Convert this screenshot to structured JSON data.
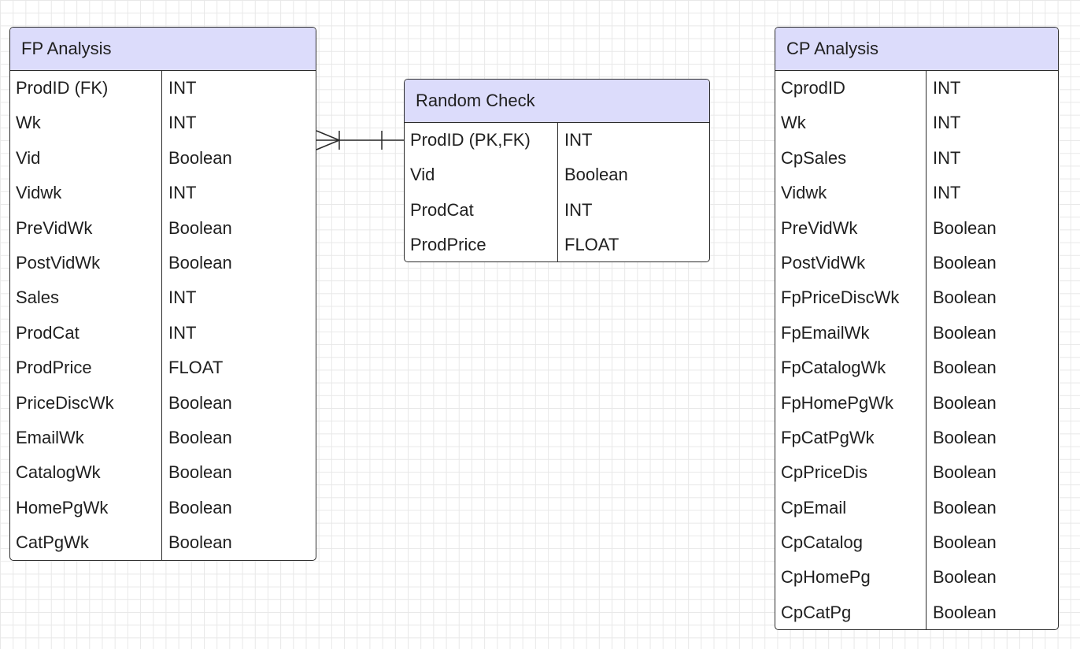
{
  "entities": {
    "fp_analysis": {
      "title": "FP Analysis",
      "fields": [
        {
          "name": "ProdID (FK)",
          "type": "INT"
        },
        {
          "name": "Wk",
          "type": "INT"
        },
        {
          "name": "Vid",
          "type": "Boolean"
        },
        {
          "name": "Vidwk",
          "type": "INT"
        },
        {
          "name": "PreVidWk",
          "type": "Boolean"
        },
        {
          "name": "PostVidWk",
          "type": "Boolean"
        },
        {
          "name": "Sales",
          "type": "INT"
        },
        {
          "name": "ProdCat",
          "type": "INT"
        },
        {
          "name": "ProdPrice",
          "type": "FLOAT"
        },
        {
          "name": "PriceDiscWk",
          "type": "Boolean"
        },
        {
          "name": "EmailWk",
          "type": "Boolean"
        },
        {
          "name": "CatalogWk",
          "type": "Boolean"
        },
        {
          "name": "HomePgWk",
          "type": "Boolean"
        },
        {
          "name": "CatPgWk",
          "type": "Boolean"
        }
      ]
    },
    "random_check": {
      "title": "Random Check",
      "fields": [
        {
          "name": "ProdID (PK,FK)",
          "type": "INT"
        },
        {
          "name": "Vid",
          "type": "Boolean"
        },
        {
          "name": "ProdCat",
          "type": "INT"
        },
        {
          "name": "ProdPrice",
          "type": "FLOAT"
        }
      ]
    },
    "cp_analysis": {
      "title": "CP Analysis",
      "fields": [
        {
          "name": "CprodID",
          "type": "INT"
        },
        {
          "name": "Wk",
          "type": "INT"
        },
        {
          "name": "CpSales",
          "type": "INT"
        },
        {
          "name": "Vidwk",
          "type": "INT"
        },
        {
          "name": "PreVidWk",
          "type": "Boolean"
        },
        {
          "name": "PostVidWk",
          "type": "Boolean"
        },
        {
          "name": "FpPriceDiscWk",
          "type": "Boolean"
        },
        {
          "name": "FpEmailWk",
          "type": "Boolean"
        },
        {
          "name": "FpCatalogWk",
          "type": "Boolean"
        },
        {
          "name": "FpHomePgWk",
          "type": "Boolean"
        },
        {
          "name": "FpCatPgWk",
          "type": "Boolean"
        },
        {
          "name": "CpPriceDis",
          "type": "Boolean"
        },
        {
          "name": "CpEmail",
          "type": "Boolean"
        },
        {
          "name": "CpCatalog",
          "type": "Boolean"
        },
        {
          "name": "CpHomePg",
          "type": "Boolean"
        },
        {
          "name": "CpCatPg",
          "type": "Boolean"
        }
      ]
    }
  },
  "relationships": [
    {
      "from": "FP Analysis",
      "to": "Random Check",
      "from_cardinality": "one-or-many",
      "to_cardinality": "one-and-only-one"
    }
  ],
  "colors": {
    "header_fill": "#dcdcfb",
    "border": "#2b2b2b",
    "grid": "#e8e8e8"
  }
}
